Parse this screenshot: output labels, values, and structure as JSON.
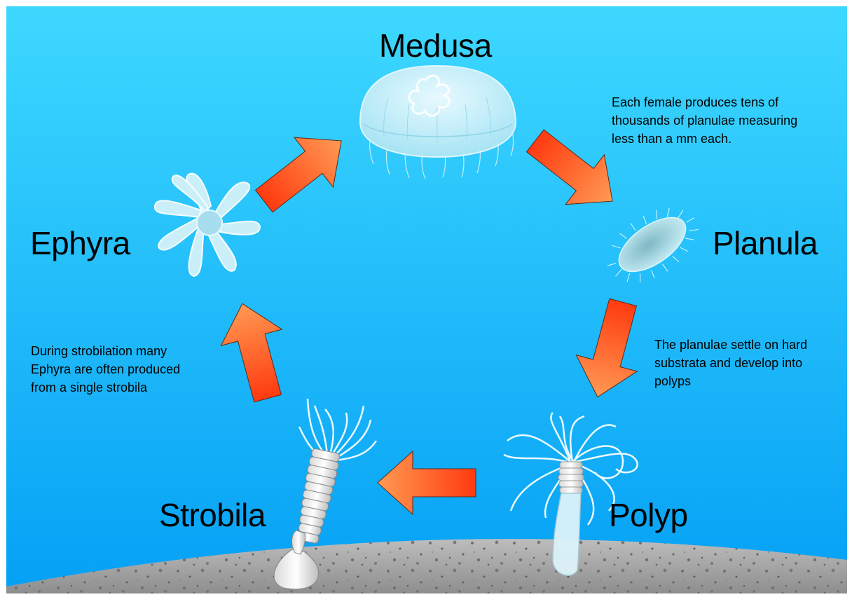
{
  "stages": {
    "medusa": "Medusa",
    "planula": "Planula",
    "polyp": "Polyp",
    "strobila": "Strobila",
    "ephyra": "Ephyra"
  },
  "notes": {
    "medusa_to_planula": [
      "Each female produces tens of",
      "thousands of planulae measuring",
      "less than a mm each."
    ],
    "planula_to_polyp": [
      "The planulae settle on hard",
      "substrata and develop into",
      "polyps"
    ],
    "strobila_to_ephyra": [
      "During strobilation many",
      "Ephyra are often produced",
      "from a single strobila"
    ]
  },
  "colors": {
    "water_top": "#3ED8FF",
    "water_bottom": "#05A0F5",
    "arrow_light": "#FF9A52",
    "arrow_dark": "#FF3A10",
    "seabed": "#A8A8A8"
  }
}
